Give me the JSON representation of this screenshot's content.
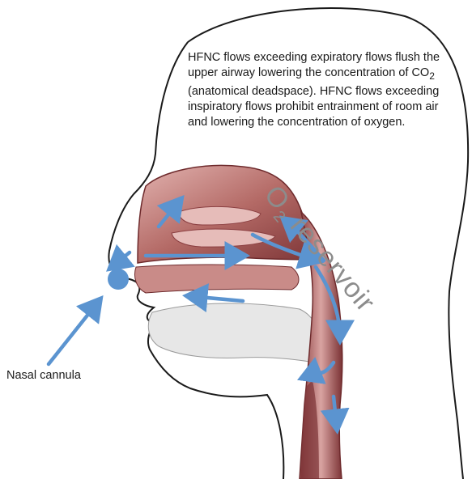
{
  "caption": {
    "part1": "HFNC flows exceeding expiratory flows flush the upper airway lowering the concentration of CO",
    "subscript": "2",
    "part2": " (anatomical deadspace). HFNC flows exceeding inspiratory flows prohibit entrainment of room air and lowering the concentration of oxygen."
  },
  "reservoir_label": {
    "prefix": "O",
    "subscript": "2",
    "suffix": " reservoir"
  },
  "nasal_cannula_label": "Nasal cannula",
  "colors": {
    "arrow": "#5b94d0",
    "tissue_light": "#d9a6a4",
    "tissue_mid": "#a35a58",
    "tissue_dark": "#6e2a2c",
    "outline": "#1a1a1a",
    "reservoir_text": "#8c8c8c"
  }
}
